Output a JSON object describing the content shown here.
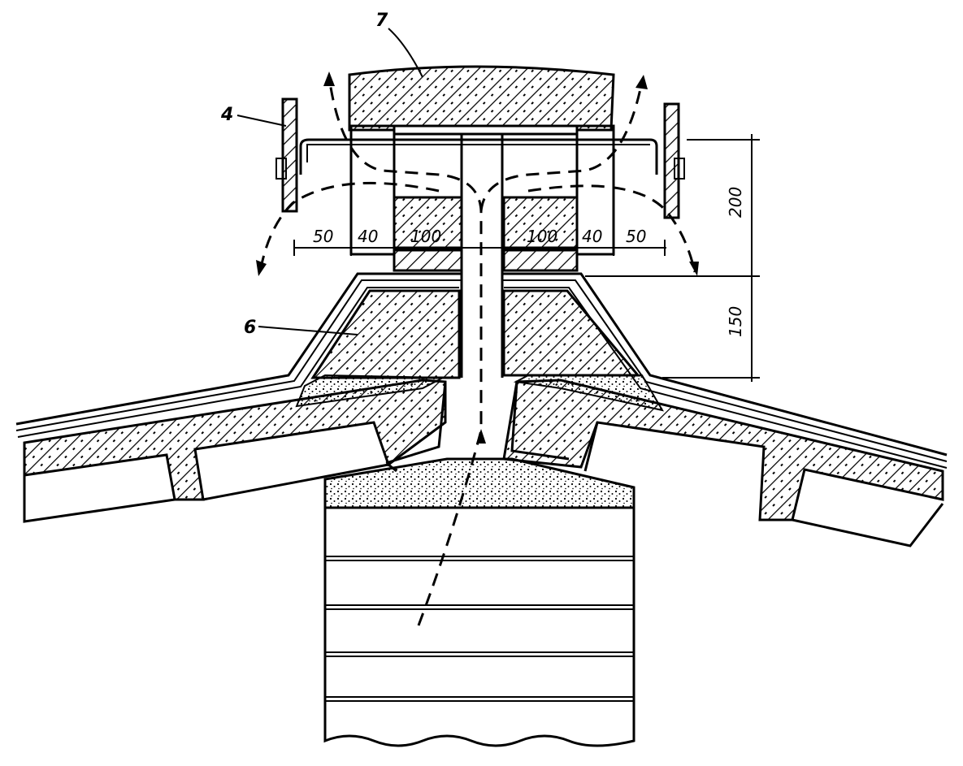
{
  "labels": {
    "cap": "7",
    "bracket": "4",
    "insulation": "6"
  },
  "dimensions": {
    "horizontal": [
      "50",
      "40",
      "100",
      "100",
      "40",
      "50"
    ],
    "vertical_upper": "200",
    "vertical_lower": "150"
  }
}
